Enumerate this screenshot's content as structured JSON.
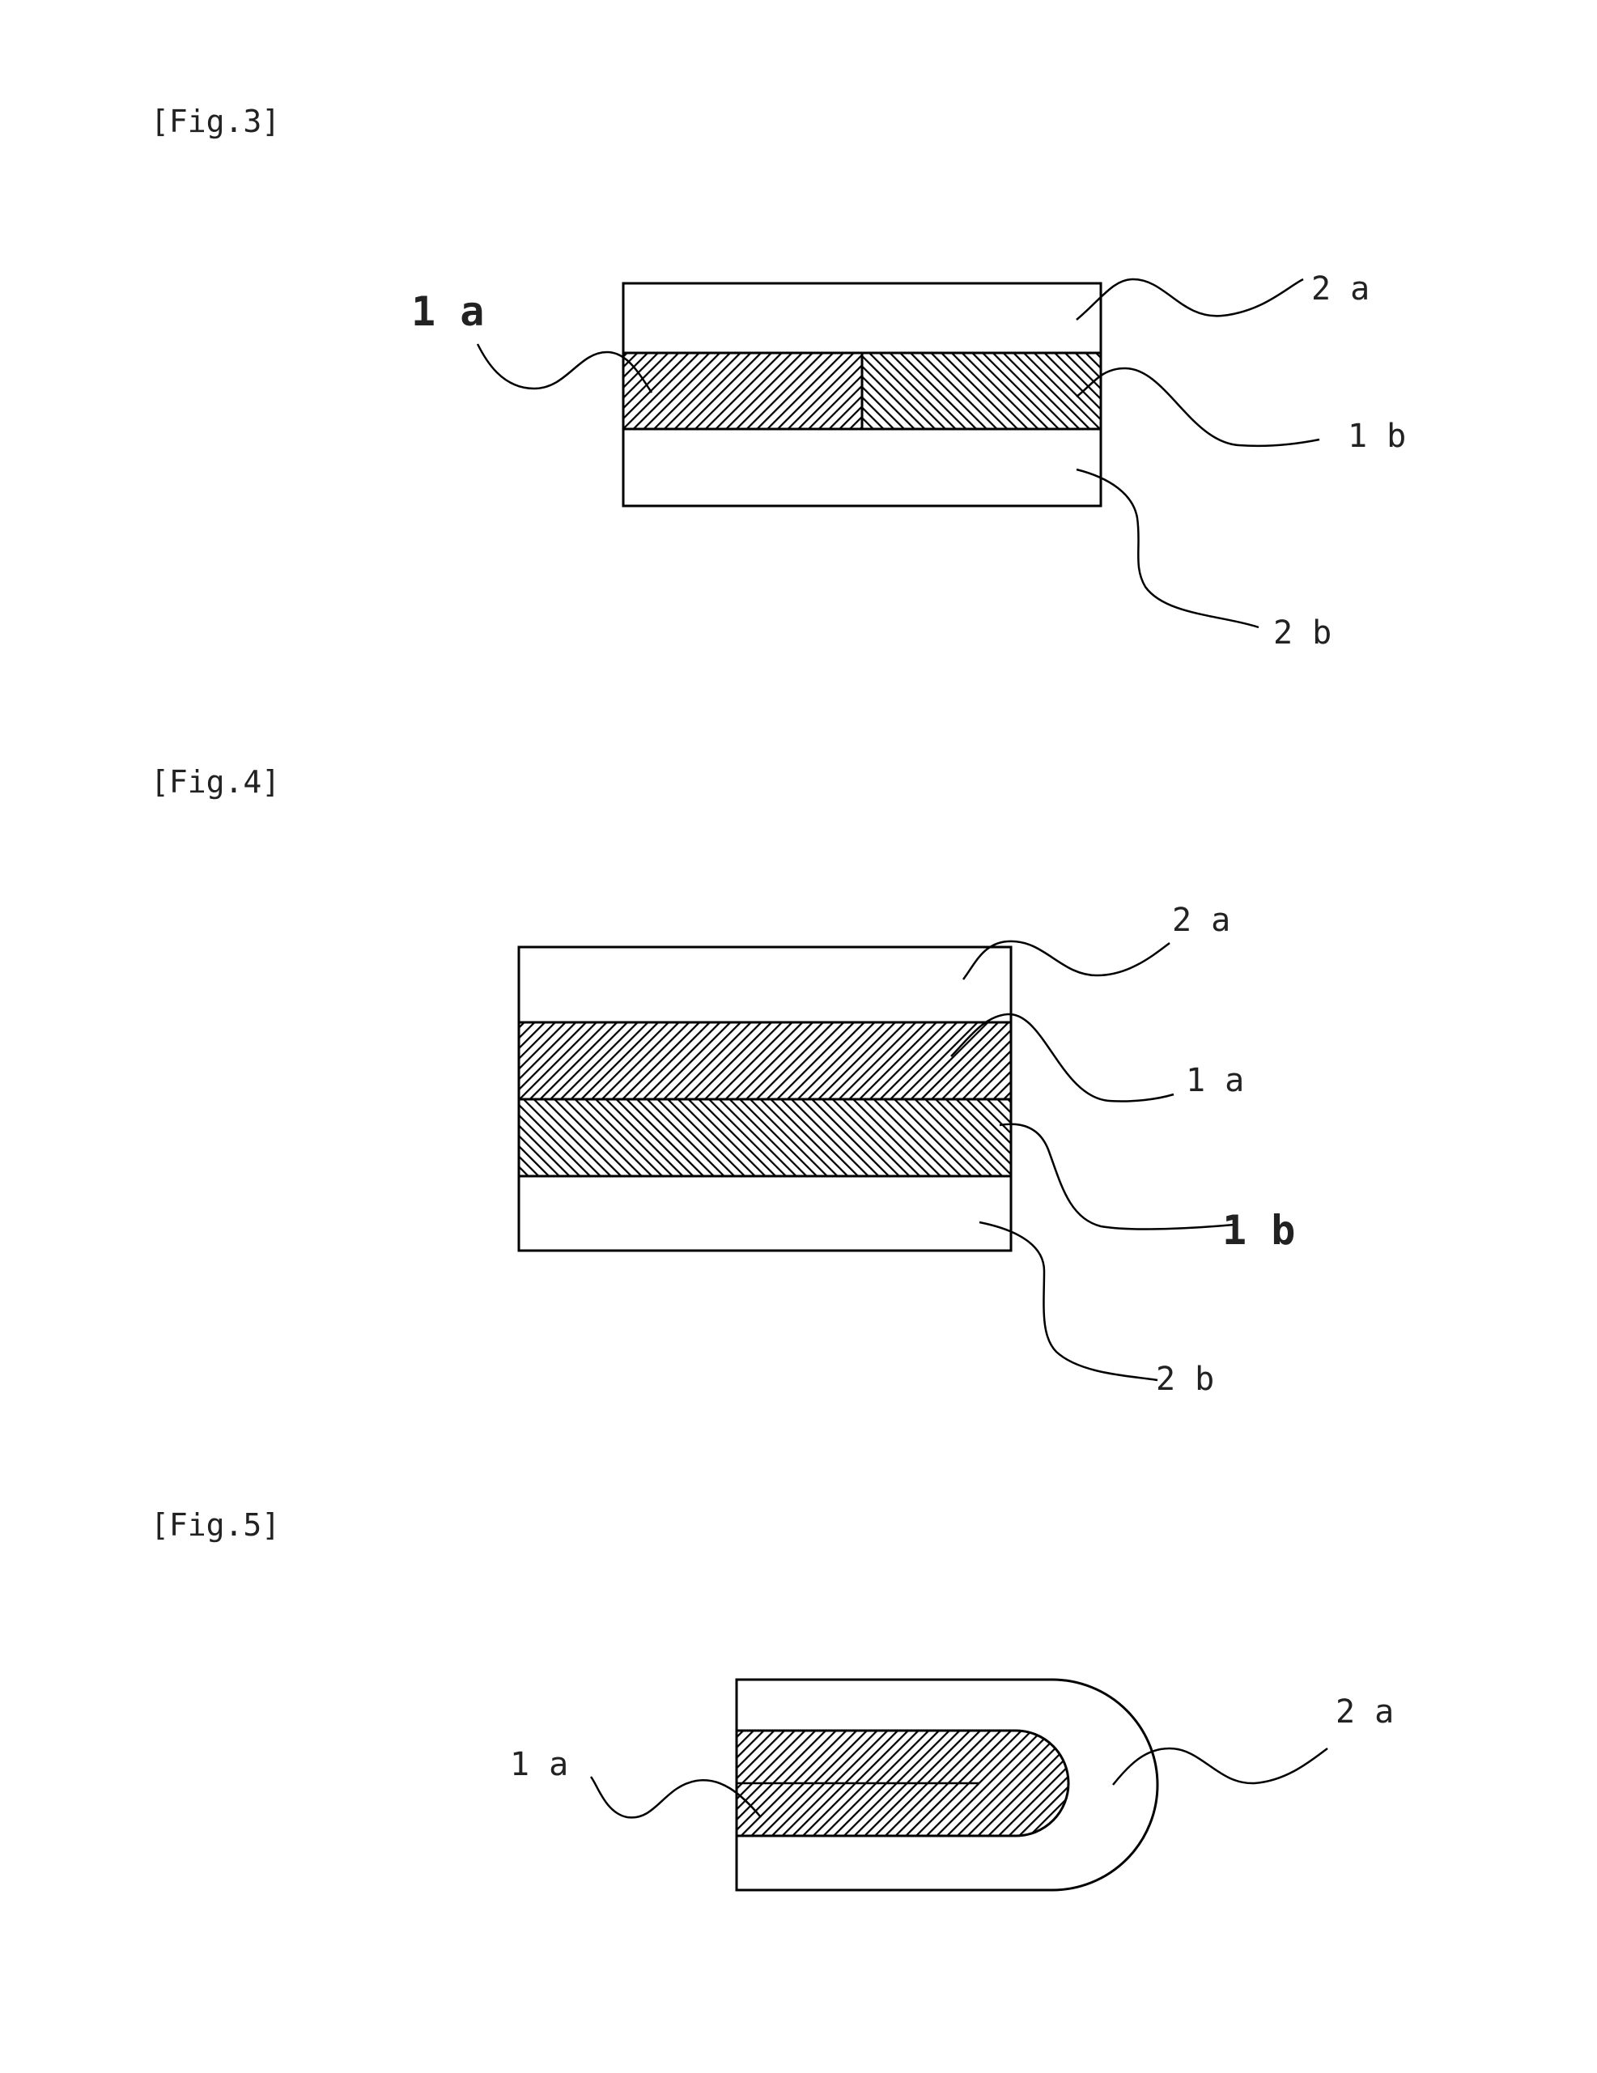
{
  "figures": [
    {
      "caption": "[Fig.3]",
      "labels": {
        "a2": "2 a",
        "a1": "1 a",
        "b1": "1 b",
        "b2": "2 b"
      }
    },
    {
      "caption": "[Fig.4]",
      "labels": {
        "a2": "2 a",
        "a1": "1 a",
        "b1": "1 b",
        "b2": "2 b"
      }
    },
    {
      "caption": "[Fig.5]",
      "labels": {
        "a1": "1 a",
        "a2": "2 a"
      }
    }
  ],
  "colors": {
    "line": "#000000",
    "text": "#222222",
    "hatch": "#000000",
    "background": "#ffffff"
  }
}
